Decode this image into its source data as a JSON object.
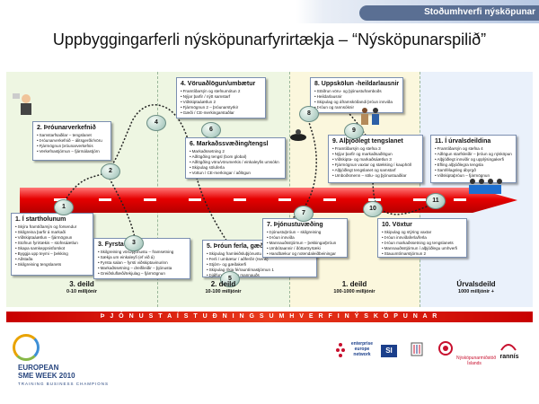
{
  "header": {
    "title": "Stoðumhverfi nýsköpunar"
  },
  "slide_title": "Uppbyggingarferli nýsköpunarfyrirtækja – “Nýsköpunarspilið”",
  "cards": [
    {
      "heading": "1. Í startholunum",
      "items": [
        "Skýra framtíðarsýn og forsendur",
        "Skilgreina þarfir á markaði",
        "Viðskiptaáætlun – fjármögnun",
        "Stofnun fyrirtækis – stofnsáætlun",
        "Skapa samkeppnisforskot",
        "Byggja upp teymi – þekking",
        "Aðstaða",
        "Skilgreining tengslanets"
      ]
    },
    {
      "heading": "2. Þróunarverkefnið",
      "items": [
        "Samstarfsaðilar – tengslanet",
        "Þróunarverkefnið – álitsgerðir/vöru",
        "Fjármögnun þróunarverkefnis",
        "Verkefnastjórnun – fjármálastjórn"
      ]
    },
    {
      "heading": "3. Fyrsta salan",
      "items": [
        "Skilgreining vöru/þjónustu – framsetning",
        "Sækja um einkaleyfi (ef við á)",
        "Fyrsta salan – fyrsti viðskiptavinurinn",
        "Markaðssetning – dreifileiðir – þjónusta",
        "Greiðsluflæði/tekjulag – fjármögnun"
      ]
    },
    {
      "heading": "4. Vöruaðlögun/umbætur",
      "items": [
        "Framtíðarsýn og stefnumótun 2",
        "Nýjar þarfir / nýtt samstarf",
        "Viðskiptaáætlun 2",
        "Fjármögnun 2 – þróunarstyrkir",
        "Gæði / CE-merkingarstaðlar"
      ]
    },
    {
      "heading": "5. Þróun ferla, gæða- og stjórnkerfa",
      "items": [
        "Skipulag framleiðsluþjónustu",
        "Ferli / umbætur / aðferðir (Isens)",
        "Stjórn- og gæðakerfi",
        "Skipulag ríkja fé/rauntímastjórnun 1",
        "Þjálfun og þróun mannauðs"
      ]
    },
    {
      "heading": "6. Markaðssvæðing/tengsl",
      "items": [
        "Markaðssetning 2",
        "Aðlögðing tengsl (bom global)",
        "Aðlögðing vöru/vörumerkis / einkaleyfis umsókn",
        "Skipulag söluferla",
        "Vottun / CE-merkingar / aðlögun"
      ]
    },
    {
      "heading": "7. Þjónustuvæðing",
      "items": [
        "Þjónustuþróun – skilgreining",
        "Þróun innviða",
        "Mannauðsstjórnun – þekkingarþróun",
        "Umbótaannir / ðóttartryrtæki",
        "Handbækur og notendaleiðbeiningar"
      ]
    },
    {
      "heading": "8. Uppskölun -heildarlausnir",
      "items": [
        "Stöðrun vöru- og þjónustuframboðs",
        "Heildarlausnir",
        "Skipulag og áframsköðandi þróun innviða",
        "Þróun og rannsóknir"
      ]
    },
    {
      "heading": "9. Alþjóðlegt tengslanet",
      "items": [
        "Framtíðarsýn og stefna 3",
        "Nýjar þarfir og markaðsaðlögun",
        "Viðskipta- og markaðsáætlun 3",
        "Fjármögnun vaxtar og stækking í kauphöll",
        "Alþjóðlegt tengslanet og samstarf",
        "Umboðsmenn – sölu- og þjónustuaðilar"
      ]
    },
    {
      "heading": "10. Vöxtur",
      "items": [
        "Skipulag og stýring vaxtar",
        "Þróun innviðaferla/ferla",
        "Þróun markaðssetning og tengslanets",
        "Mannauðsstjórnun í alþjóðlegu umhverfi",
        "Stauumtímarstjórnun 2"
      ]
    },
    {
      "heading": "11. Í úrvalsdeildina",
      "items": [
        "Framtíðarsýn og stefna 4",
        "Aðlögun starfsleiðir – þróun og nýsköpun",
        "Alþjóðlegt innviðir og upplýsingakerfi",
        "Efling alþjóðlegra tengsla",
        "Samfélagsleg ábyrgð",
        "Viðskiptaþróun – fjármögnun"
      ]
    }
  ],
  "bubbles": [
    "1",
    "2",
    "3",
    "4",
    "5",
    "6",
    "7",
    "8",
    "9",
    "10",
    "11"
  ],
  "deildir": [
    {
      "name": "3. deild",
      "range": "0-10 milljónir"
    },
    {
      "name": "2. deild",
      "range": "10-100 milljónir"
    },
    {
      "name": "1. deild",
      "range": "100-1000 milljónir"
    },
    {
      "name": "Úrvalsdeild",
      "range": "1000 milljónir +"
    }
  ],
  "band": "Þ J Ó N U S T A   Í   S T U Ð N I N G S U M H V E R F I   N Ý S K Ö P U N A R",
  "footer": {
    "sme_title_1": "EUROPEAN",
    "sme_title_2": "SME WEEK 2010",
    "sme_sub": "TRAINING BUSINESS CHAMPIONS",
    "logos": [
      "enterprise europe network",
      "SI",
      "Nýsköpunarmiðstöð Íslands",
      "rannís"
    ]
  },
  "colors": {
    "road": "#e60000",
    "band": "#c80000",
    "header": "#5a6f93",
    "stage_green": "#eef6e2",
    "stage_yellow": "#fbf7dd",
    "stage_blue": "#eaf1fb"
  }
}
